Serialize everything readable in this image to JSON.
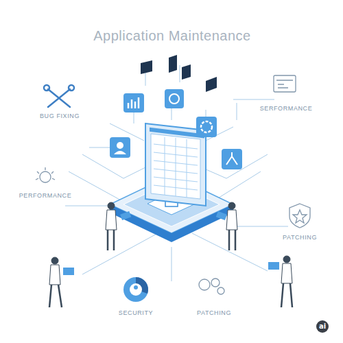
{
  "diagram": {
    "title": "Application Maintenance",
    "labels": [
      "BUG FIXING",
      "SERFORMANCE",
      "PERFORMANCE",
      "PATCHING",
      "SECURITY",
      "PATCHING",
      "ai"
    ]
  }
}
